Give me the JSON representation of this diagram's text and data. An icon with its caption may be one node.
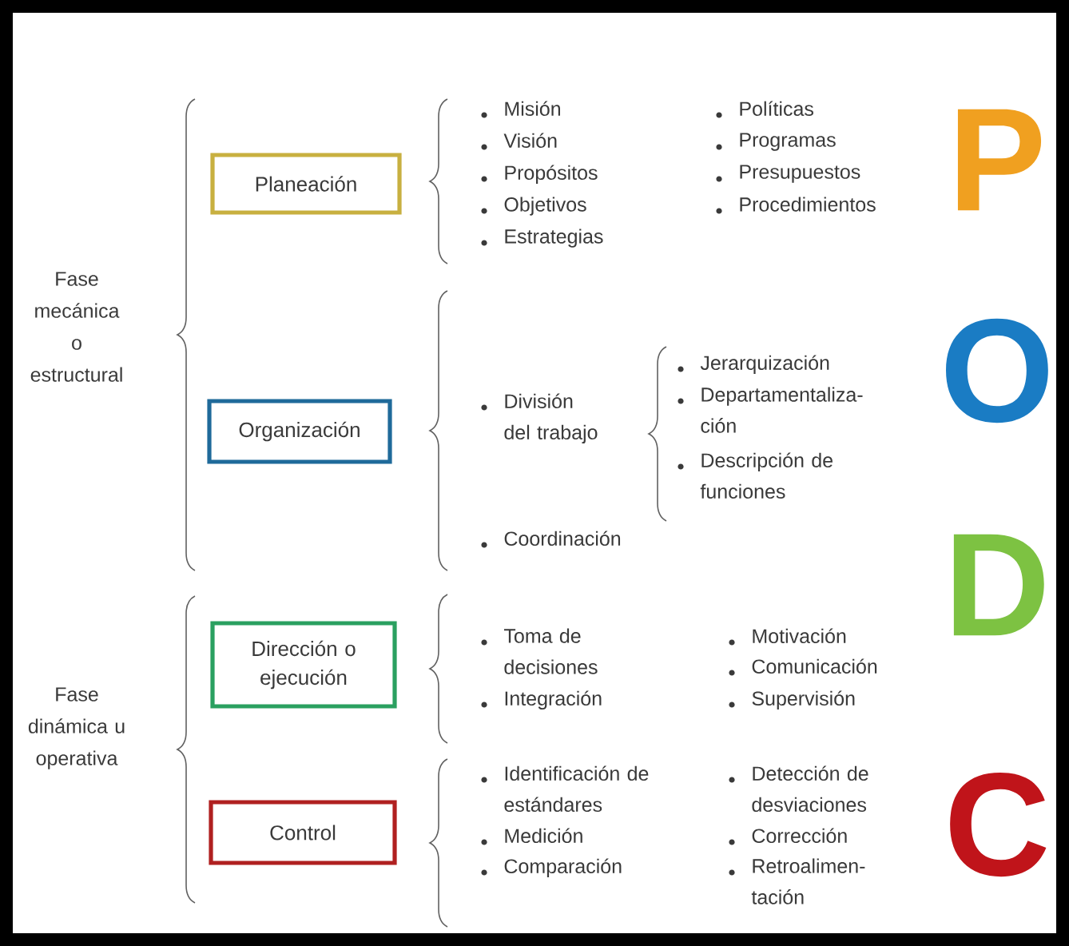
{
  "diagram": {
    "nodes": [
      {
        "text": [
          "Planeación"
        ]
      },
      {
        "text": [
          "Organización"
        ]
      },
      {
        "text": [
          "Dirección o ejecución"
        ]
      },
      {
        "text": [
          "Control"
        ]
      }
    ],
    "labels": [
      "Fase mecánica o estructural",
      "Fase dinámica u operativa",
      "Misión",
      "Visión",
      "Propósitos",
      "Objetivos",
      "Estrategias",
      "Políticas",
      "Programas",
      "Presupuestos",
      "Procedimientos",
      "División del trabajo",
      "Coordinación",
      "Jerarquización",
      "Departamentaliza- ción",
      "Descripción de funciones",
      "Toma de decisiones",
      "Integración",
      "Motivación",
      "Comunicación",
      "Supervisión",
      "Identificación de estándares",
      "Medición",
      "Comparación",
      "Detección de desviaciones",
      "Corrección",
      "Retroalimen- tación",
      "P",
      "O",
      "D",
      "C"
    ]
  }
}
